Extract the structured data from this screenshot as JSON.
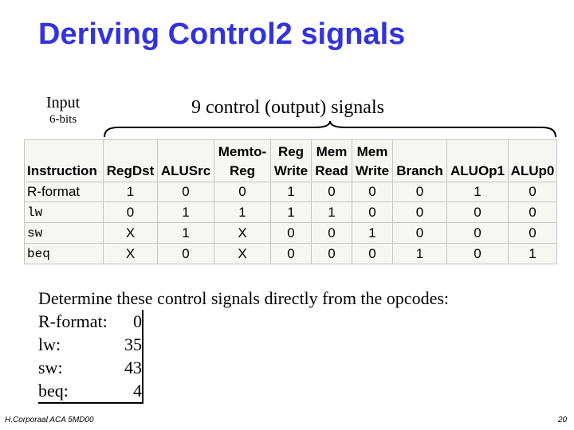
{
  "slide": {
    "title": "Deriving Control2 signals",
    "input_label": "Input",
    "input_bits": "6-bits",
    "outputs_label": "9 control (output) signals",
    "footer_author": "H.Corporaal  ACA 5MD00",
    "page_number": "20",
    "title_color": "#3333dd"
  },
  "table": {
    "header": [
      [
        "Instruction"
      ],
      [
        "RegDst"
      ],
      [
        "ALUSrc"
      ],
      [
        "Memto-",
        "Reg"
      ],
      [
        "Reg",
        "Write"
      ],
      [
        "Mem",
        "Read"
      ],
      [
        "Mem",
        "Write"
      ],
      [
        "Branch"
      ],
      [
        "ALUOp1"
      ],
      [
        "ALUp0"
      ]
    ],
    "rows": [
      [
        "R-format",
        "1",
        "0",
        "0",
        "1",
        "0",
        "0",
        "0",
        "1",
        "0"
      ],
      [
        "lw",
        "0",
        "1",
        "1",
        "1",
        "1",
        "0",
        "0",
        "0",
        "0"
      ],
      [
        "sw",
        "X",
        "1",
        "X",
        "0",
        "0",
        "1",
        "0",
        "0",
        "0"
      ],
      [
        "beq",
        "X",
        "0",
        "X",
        "0",
        "0",
        "0",
        "1",
        "0",
        "1"
      ]
    ]
  },
  "opcodes": {
    "heading": "Determine these control signals directly from the opcodes:",
    "items": [
      {
        "name": "R-format:",
        "value": "0"
      },
      {
        "name": "lw:",
        "value": "35"
      },
      {
        "name": "sw:",
        "value": "43"
      },
      {
        "name": "beq:",
        "value": "4"
      }
    ]
  }
}
